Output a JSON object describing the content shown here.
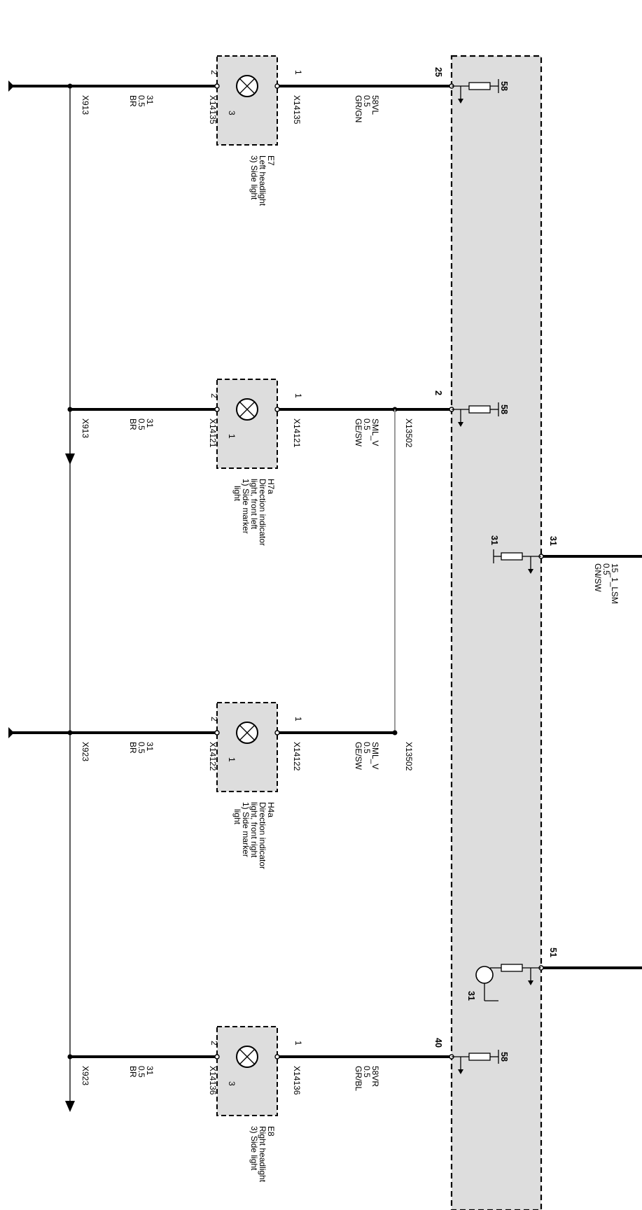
{
  "module_pins": [
    {
      "id": "pin-25",
      "label": "25",
      "fuse_label": "58"
    },
    {
      "id": "pin-2",
      "label": "2",
      "fuse_label": "58"
    },
    {
      "id": "pin-31",
      "label": "31",
      "fuse_label": "31"
    },
    {
      "id": "pin-51",
      "label": "51",
      "ground_label": "31"
    },
    {
      "id": "pin-40",
      "label": "40",
      "fuse_label": "58"
    }
  ],
  "lamps": [
    {
      "id": "e7",
      "designation": "E7",
      "description_lines": [
        "Left headlight",
        "3) Side light"
      ],
      "number": "3",
      "pin_in": "1",
      "pin_out": "2",
      "connector_in": "X14135",
      "connector_out": "X14135",
      "wire_in": {
        "name": "58VL",
        "size": "0.5",
        "color": "GR/GN"
      },
      "wire_out": {
        "name": "31",
        "size": "0.5",
        "color": "BR"
      },
      "ground_ref": "X913"
    },
    {
      "id": "h7a",
      "designation": "H7a",
      "description_lines": [
        "Direction indicator",
        "light, front left",
        "1) Side marker",
        "light"
      ],
      "number": "1",
      "pin_in": "1",
      "pin_out": "2",
      "connector_in": "X14121",
      "connector_out": "X14121",
      "wire_in": {
        "name": "SML_V",
        "size": "0.5",
        "color": "GE/SW"
      },
      "wire_out": {
        "name": "31",
        "size": "0.5",
        "color": "BR"
      },
      "splice": "X13502",
      "ground_ref": "X913"
    },
    {
      "id": "h4a",
      "designation": "H4a",
      "description_lines": [
        "Direction indicator",
        "light, front right",
        "1) Side marker",
        "light"
      ],
      "number": "1",
      "pin_in": "1",
      "pin_out": "2",
      "connector_in": "X14122",
      "connector_out": "X14122",
      "wire_in": {
        "name": "SML_V",
        "size": "0.5",
        "color": "GE/SW"
      },
      "wire_out": {
        "name": "31",
        "size": "0.5",
        "color": "BR"
      },
      "splice": "X13502",
      "ground_ref": "X923"
    },
    {
      "id": "e8",
      "designation": "E8",
      "description_lines": [
        "Right headlight",
        "3) Side light"
      ],
      "number": "3",
      "pin_in": "1",
      "pin_out": "2",
      "connector_in": "X14136",
      "connector_out": "X14136",
      "wire_in": {
        "name": "58VR",
        "size": "0.5",
        "color": "GR/BL"
      },
      "wire_out": {
        "name": "31",
        "size": "0.5",
        "color": "BR"
      },
      "ground_ref": "X923"
    }
  ],
  "supply_wire": {
    "name": "15_1_LSM",
    "size": "0.5",
    "color": "GN/SW"
  },
  "colors": {
    "module_fill": "#dddddd",
    "ink": "#000000",
    "splice_wire": "#9a9a9a"
  }
}
